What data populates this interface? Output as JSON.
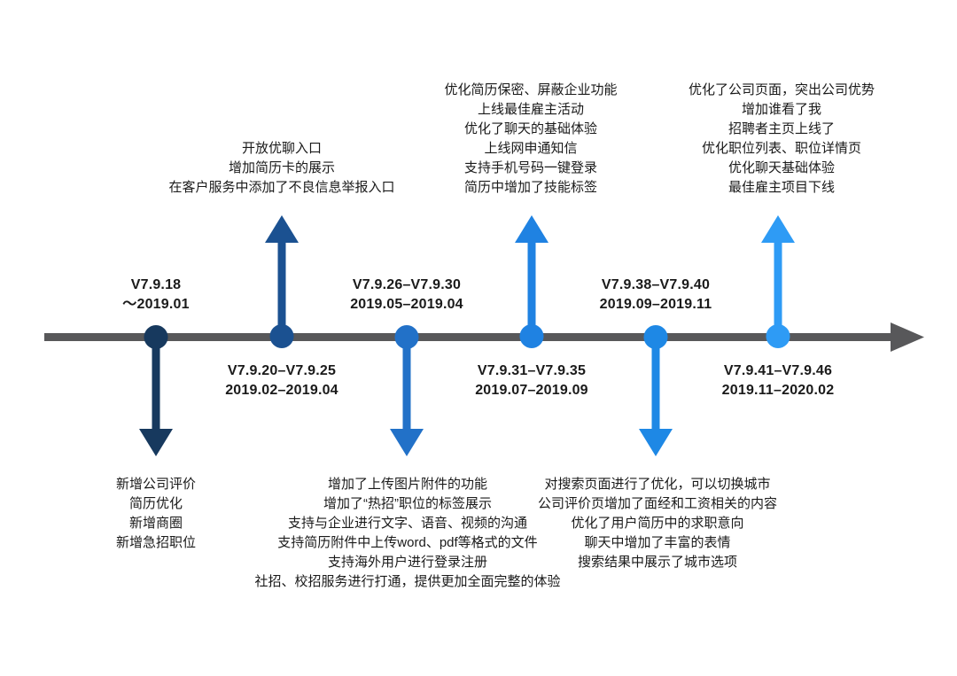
{
  "page": {
    "background": "#ffffff",
    "text_color": "#1a1a1a"
  },
  "timeline": {
    "axis_color": "#58585a",
    "milestones": [
      {
        "version": "V7.9.18",
        "period": "～2019.01",
        "arrow_direction": "down",
        "color": "#17395e",
        "features": [
          "新增公司评价",
          "简历优化",
          "新增商圈",
          "新增急招职位"
        ]
      },
      {
        "version": "V7.9.20–V7.9.25",
        "period": "2019.02–2019.04",
        "arrow_direction": "up",
        "color": "#1b5191",
        "features": [
          "开放优聊入口",
          "增加简历卡的展示",
          "在客户服务中添加了不良信息举报入口"
        ]
      },
      {
        "version": "V7.9.26–V7.9.30",
        "period": "2019.05–2019.04",
        "arrow_direction": "down",
        "color": "#2271c8",
        "features": [
          "增加了上传图片附件的功能",
          "增加了“热招”职位的标签展示",
          "支持与企业进行文字、语音、视频的沟通",
          "支持简历附件中上传word、pdf等格式的文件",
          "支持海外用户进行登录注册",
          "社招、校招服务进行打通，提供更加全面完整的体验"
        ]
      },
      {
        "version": "V7.9.31–V7.9.35",
        "period": "2019.07–2019.09",
        "arrow_direction": "up",
        "color": "#1f82e2",
        "features": [
          "优化简历保密、屏蔽企业功能",
          "上线最佳雇主活动",
          "优化了聊天的基础体验",
          "上线网申通知信",
          "支持手机号码一键登录",
          "简历中增加了技能标签"
        ]
      },
      {
        "version": "V7.9.38–V7.9.40",
        "period": "2019.09–2019.11",
        "arrow_direction": "down",
        "color": "#1e88e5",
        "features": [
          "对搜索页面进行了优化，可以切换城市",
          "公司评价页增加了面经和工资相关的内容",
          "优化了用户简历中的求职意向",
          "聊天中增加了丰富的表情",
          "搜索结果中展示了城市选项"
        ]
      },
      {
        "version": "V7.9.41–V7.9.46",
        "period": "2019.11–2020.02",
        "arrow_direction": "up",
        "color": "#2e9bf5",
        "features": [
          "优化了公司页面，突出公司优势",
          "增加谁看了我",
          "招聘者主页上线了",
          "优化职位列表、职位详情页",
          "优化聊天基础体验",
          "最佳雇主项目下线"
        ]
      }
    ]
  }
}
